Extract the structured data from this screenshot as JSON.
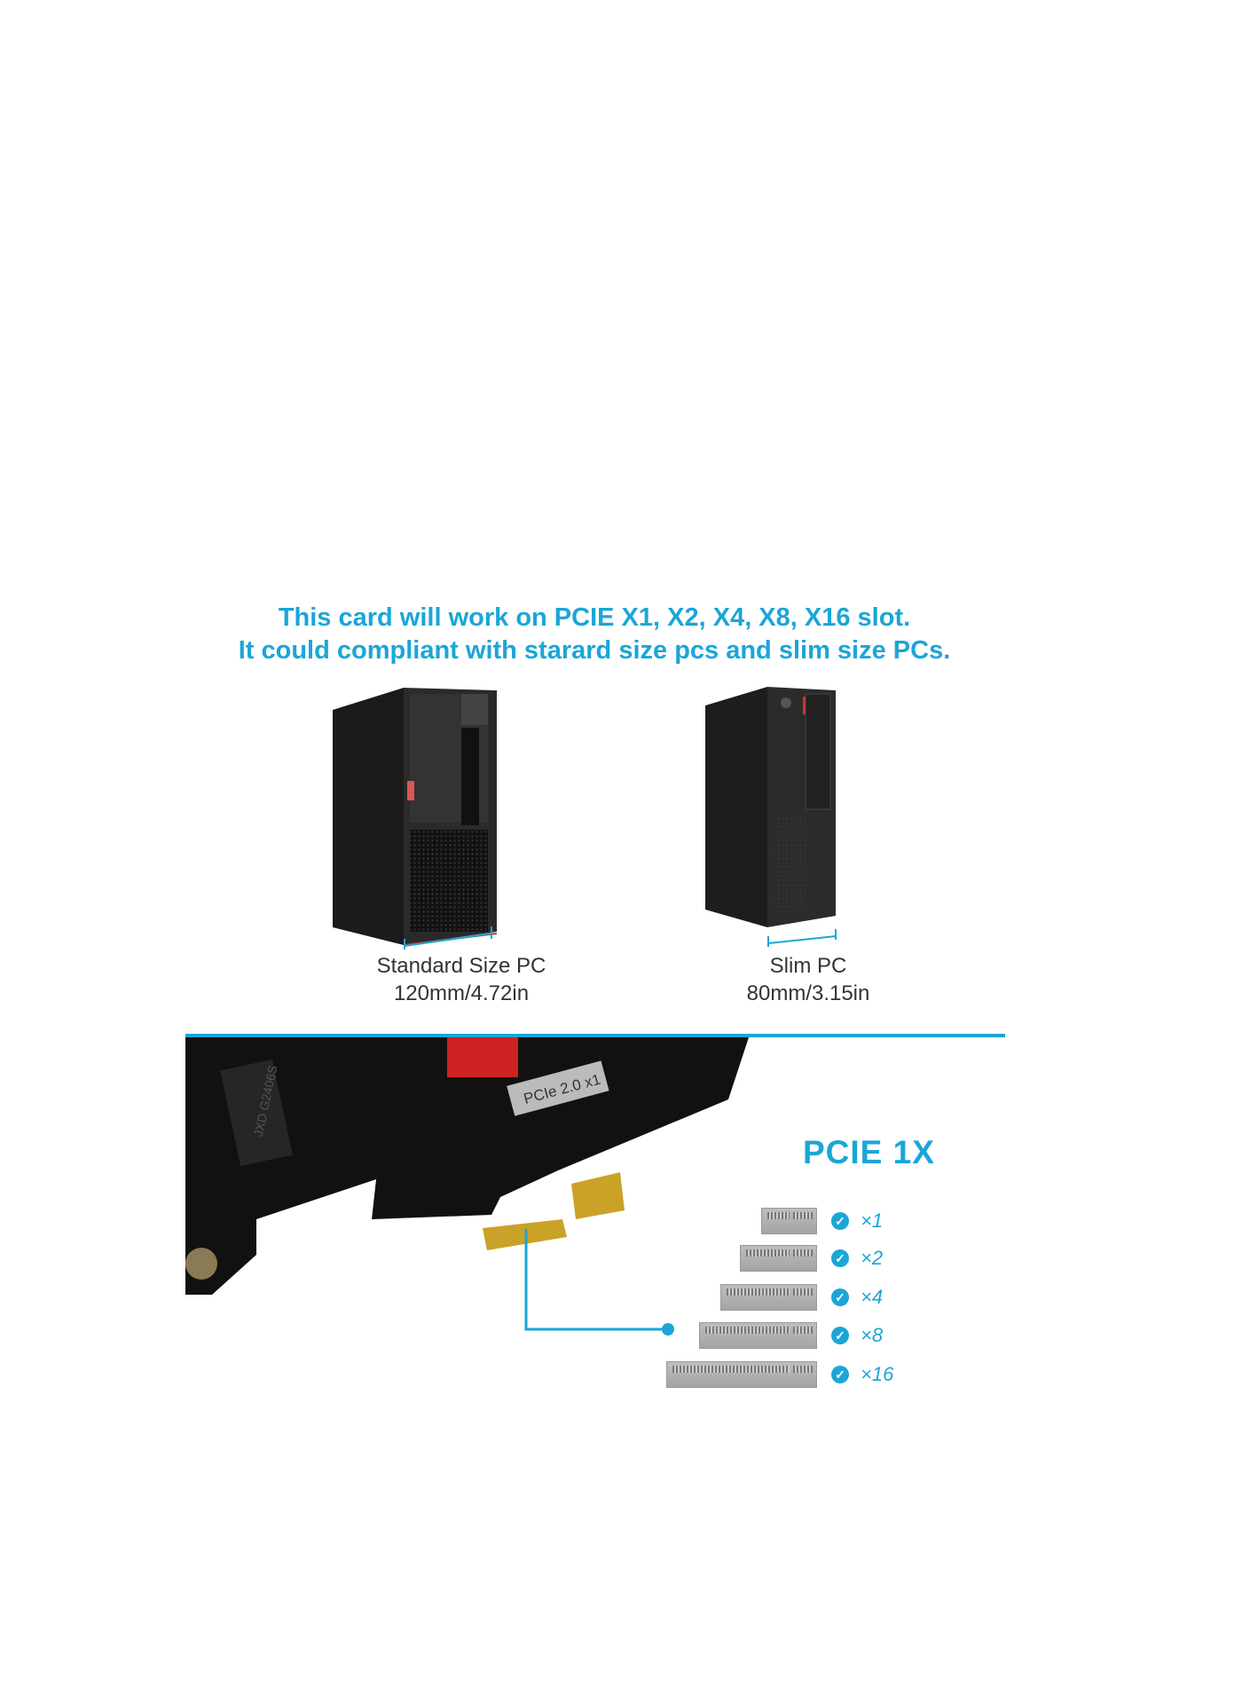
{
  "headline": {
    "line1": "This card will work on PCIE X1, X2, X4, X8, X16 slot.",
    "line2": "It could compliant with starard size pcs and slim size PCs."
  },
  "pcs": [
    {
      "name": "Standard Size PC",
      "size": "120mm/4.72in"
    },
    {
      "name": "Slim PC",
      "size": "80mm/3.15in"
    }
  ],
  "card": {
    "silkscreen_label": "PCIe 2.0 x1",
    "chip_label": "JXD G2406S"
  },
  "pcie_title": "PCIE 1X",
  "slots": [
    {
      "label": "×1",
      "icon": "check-circle-icon"
    },
    {
      "label": "×2",
      "icon": "check-circle-icon"
    },
    {
      "label": "×4",
      "icon": "check-circle-icon"
    },
    {
      "label": "×8",
      "icon": "check-circle-icon"
    },
    {
      "label": "×16",
      "icon": "check-circle-icon"
    }
  ],
  "colors": {
    "accent": "#1aa6d6",
    "pcb": "#111111",
    "gold": "#c9a227",
    "slot": "#b0b0b0"
  }
}
